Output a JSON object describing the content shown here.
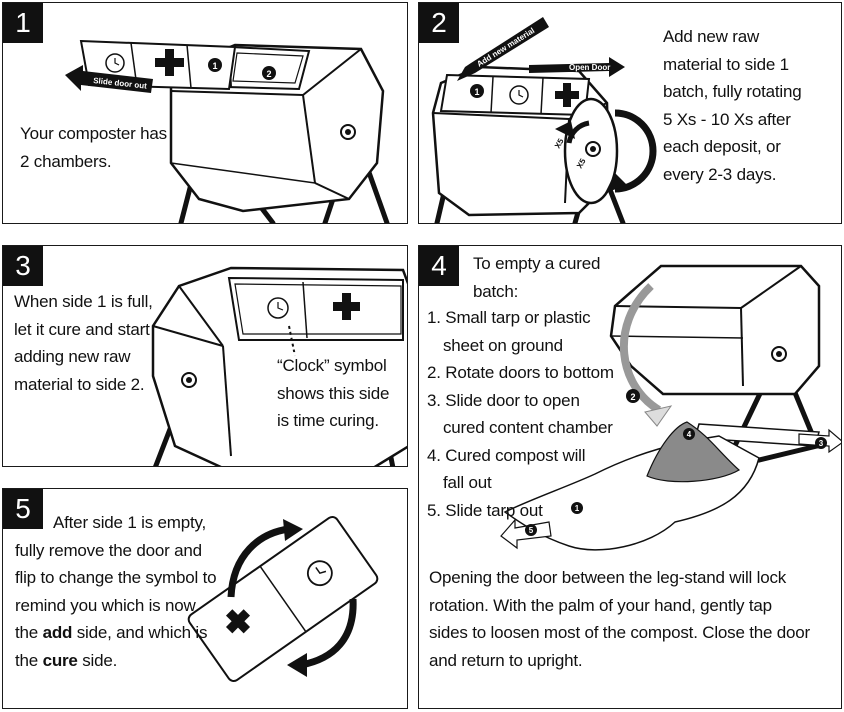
{
  "panel1": {
    "number": "1",
    "text_lines": [
      "Your composter has",
      "2 chambers."
    ],
    "arrow_label": "Slide door out",
    "door_labels": [
      "1",
      "2"
    ]
  },
  "panel2": {
    "number": "2",
    "text_lines": [
      "Add new raw",
      "material to side 1",
      "batch, fully rotating",
      "5 Xs - 10 Xs after",
      "each deposit, or",
      "every 2-3 days."
    ],
    "add_label": "Add new material",
    "open_label": "Open Door",
    "rotation_label": "X5",
    "door_labels": [
      "1"
    ]
  },
  "panel3": {
    "number": "3",
    "text_lines": [
      "When side 1 is full,",
      "let it cure and start",
      "adding new raw",
      "material to side 2."
    ],
    "callout_lines": [
      "“Clock” symbol",
      "shows this side",
      "is time curing."
    ]
  },
  "panel4": {
    "number": "4",
    "heading_lines": [
      "To empty a cured",
      "batch:"
    ],
    "steps": [
      "1. Small tarp or plastic",
      "sheet on ground",
      "2. Rotate doors to bottom",
      "3. Slide door to open",
      "cured content chamber",
      "4. Cured compost will",
      "fall out",
      "5. Slide tarp out"
    ],
    "note_lines": [
      "Opening the door between the leg-stand will lock",
      "rotation. With the palm of your hand, gently tap",
      "sides to loosen most of the compost. Close the door",
      "and return to upright."
    ],
    "markers": [
      "1",
      "2",
      "3",
      "4",
      "5"
    ]
  },
  "panel5": {
    "number": "5",
    "line1": "After side 1 is empty,",
    "line2": "fully remove the door and",
    "line3": "flip to change the symbol to",
    "line4": "remind you which is now",
    "line5_pre": "the ",
    "line5_bold": "add",
    "line5_post": " side, and which is",
    "line6_pre": "the ",
    "line6_bold": "cure",
    "line6_post": " side."
  }
}
